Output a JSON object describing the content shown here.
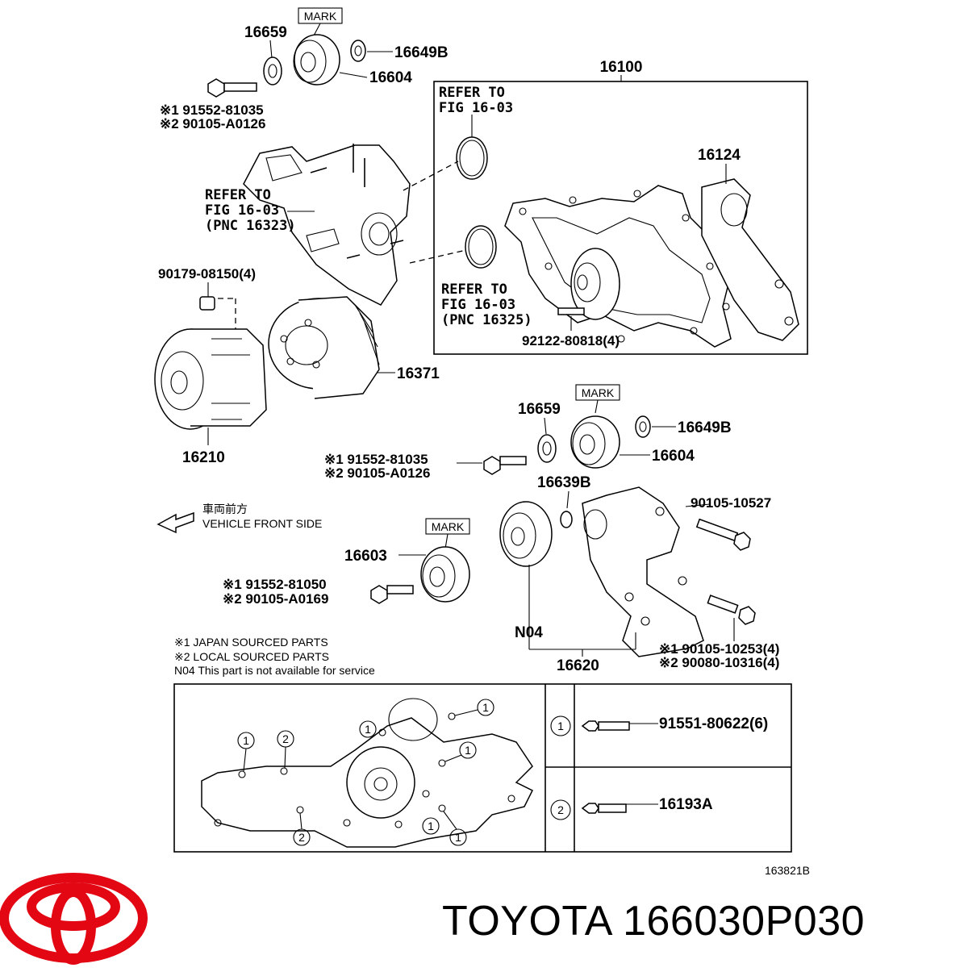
{
  "labels": {
    "p16659_top": "16659",
    "mark_top": "MARK",
    "p16649b_top": "16649B",
    "p16604_top": "16604",
    "bolt_top_1": "※1 91552-81035",
    "bolt_top_2": "※2 90105-A0126",
    "p16100": "16100",
    "refer1_a": "REFER TO",
    "refer1_b": "FIG 16-03",
    "p16124": "16124",
    "refer2_a": "REFER TO",
    "refer2_b": "FIG 16-03",
    "refer2_c": "(PNC 16323)",
    "refer3_a": "REFER TO",
    "refer3_b": "FIG 16-03",
    "refer3_c": "(PNC 16325)",
    "p90179": "90179-08150(4)",
    "p92122": "92122-80818(4)",
    "p16371": "16371",
    "p16210": "16210",
    "mark_mid": "MARK",
    "p16659_mid": "16659",
    "p16649b_mid": "16649B",
    "p16604_mid": "16604",
    "bolt_mid_1": "※1 91552-81035",
    "bolt_mid_2": "※2 90105-A0126",
    "p16639b": "16639B",
    "p90105_10527": "90105-10527",
    "vehicle_jp": "車両前方",
    "vehicle_en": "VEHICLE FRONT SIDE",
    "mark_low": "MARK",
    "p16603": "16603",
    "bolt_low_1": "※1 91552-81050",
    "bolt_low_2": "※2 90105-A0169",
    "n04": "N04",
    "p16620": "16620",
    "bolt_right_1": "※1 90105-10253(4)",
    "bolt_right_2": "※2 90080-10316(4)",
    "legend_1": "※1 JAPAN SOURCED PARTS",
    "legend_2": "※2 LOCAL SOURCED PARTS",
    "legend_3": "N04  This part is not available for service",
    "table_num_1": "1",
    "table_num_2": "2",
    "table_part_1": "91551-80622(6)",
    "table_part_2": "16193A",
    "callout_1": "1",
    "callout_2": "2",
    "figure_id": "163821B"
  },
  "brand": {
    "text": "TOYOTA 166030P030",
    "logo_color": "#e30613"
  }
}
